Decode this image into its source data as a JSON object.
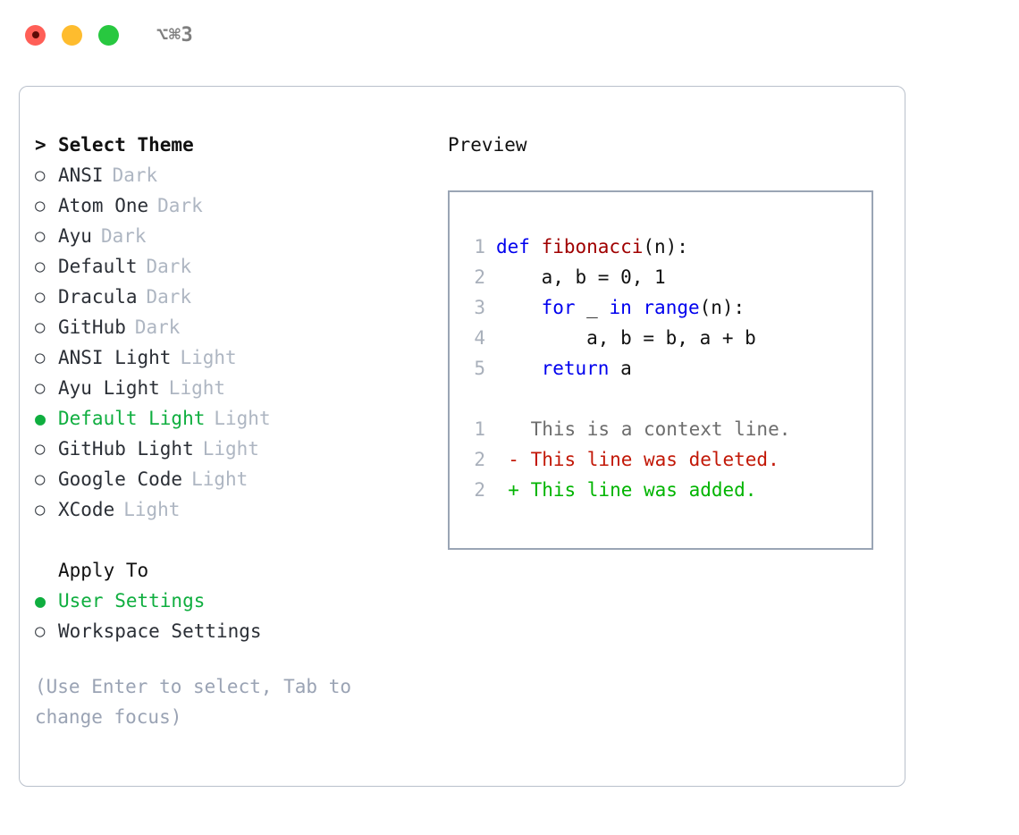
{
  "titlebar": {
    "buttons": [
      {
        "name": "close",
        "color": "#ff5f57"
      },
      {
        "name": "minimize",
        "color": "#febc2e"
      },
      {
        "name": "maximize",
        "color": "#28c840"
      }
    ],
    "shortcut": "⌥⌘3"
  },
  "colors": {
    "accent_green": "#0fae3f",
    "muted": "#aeb6c2",
    "hint": "#9aa3b4",
    "panel_border": "#b9c0cb",
    "preview_border": "#9aa5b5",
    "keyword": "#0000ee",
    "function": "#a00000",
    "diff_add": "#00b400",
    "diff_del": "#c21807",
    "diff_context": "#6d6d6d",
    "line_number": "#a9b0bb"
  },
  "theme_picker": {
    "header": "Select Theme",
    "caret": ">",
    "radio_on": "●",
    "radio_off": "○",
    "items": [
      {
        "label": "ANSI",
        "tag": "Dark",
        "selected": false
      },
      {
        "label": "Atom One",
        "tag": "Dark",
        "selected": false
      },
      {
        "label": "Ayu",
        "tag": "Dark",
        "selected": false
      },
      {
        "label": "Default",
        "tag": "Dark",
        "selected": false
      },
      {
        "label": "Dracula",
        "tag": "Dark",
        "selected": false
      },
      {
        "label": "GitHub",
        "tag": "Dark",
        "selected": false
      },
      {
        "label": "ANSI Light",
        "tag": "Light",
        "selected": false
      },
      {
        "label": "Ayu Light",
        "tag": "Light",
        "selected": false
      },
      {
        "label": "Default Light",
        "tag": "Light",
        "selected": true
      },
      {
        "label": "GitHub Light",
        "tag": "Light",
        "selected": false
      },
      {
        "label": "Google Code",
        "tag": "Light",
        "selected": false
      },
      {
        "label": "XCode",
        "tag": "Light",
        "selected": false
      }
    ]
  },
  "apply_to": {
    "label": "Apply To",
    "options": [
      {
        "label": "User Settings",
        "selected": true
      },
      {
        "label": "Workspace Settings",
        "selected": false
      }
    ]
  },
  "hint": "(Use Enter to select, Tab to change focus)",
  "preview": {
    "title": "Preview",
    "code_lines": [
      {
        "num": "1",
        "tokens": [
          {
            "t": "def ",
            "c": "kw"
          },
          {
            "t": "fibonacci",
            "c": "fn"
          },
          {
            "t": "(n):",
            "c": "pl"
          }
        ]
      },
      {
        "num": "2",
        "tokens": [
          {
            "t": "    a, b = 0, 1",
            "c": "pl"
          }
        ]
      },
      {
        "num": "3",
        "tokens": [
          {
            "t": "    ",
            "c": "pl"
          },
          {
            "t": "for",
            "c": "kw"
          },
          {
            "t": " _ ",
            "c": "pl"
          },
          {
            "t": "in",
            "c": "kw"
          },
          {
            "t": " ",
            "c": "pl"
          },
          {
            "t": "range",
            "c": "kw"
          },
          {
            "t": "(n):",
            "c": "pl"
          }
        ]
      },
      {
        "num": "4",
        "tokens": [
          {
            "t": "        a, b = b, a + b",
            "c": "pl"
          }
        ]
      },
      {
        "num": "5",
        "tokens": [
          {
            "t": "    ",
            "c": "pl"
          },
          {
            "t": "return",
            "c": "kw"
          },
          {
            "t": " a",
            "c": "pl"
          }
        ]
      }
    ],
    "diff_lines": [
      {
        "num": "1",
        "marker": " ",
        "text": "This is a context line.",
        "kind": "ctx"
      },
      {
        "num": "2",
        "marker": "-",
        "text": "This line was deleted.",
        "kind": "del"
      },
      {
        "num": "2",
        "marker": "+",
        "text": "This line was added.",
        "kind": "add"
      }
    ]
  }
}
